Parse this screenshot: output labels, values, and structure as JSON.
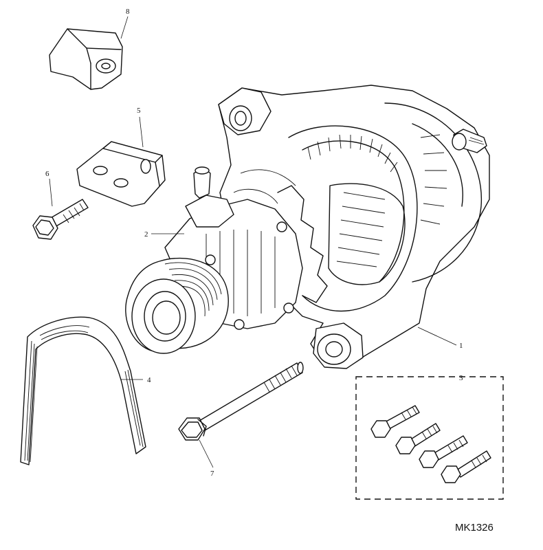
{
  "callouts": [
    {
      "id": "1",
      "label": "1"
    },
    {
      "id": "2",
      "label": "2"
    },
    {
      "id": "3",
      "label": "3"
    },
    {
      "id": "4",
      "label": "4"
    },
    {
      "id": "5",
      "label": "5"
    },
    {
      "id": "6",
      "label": "6"
    },
    {
      "id": "7",
      "label": "7"
    },
    {
      "id": "8",
      "label": "8"
    }
  ],
  "reference_code": "MK1326"
}
